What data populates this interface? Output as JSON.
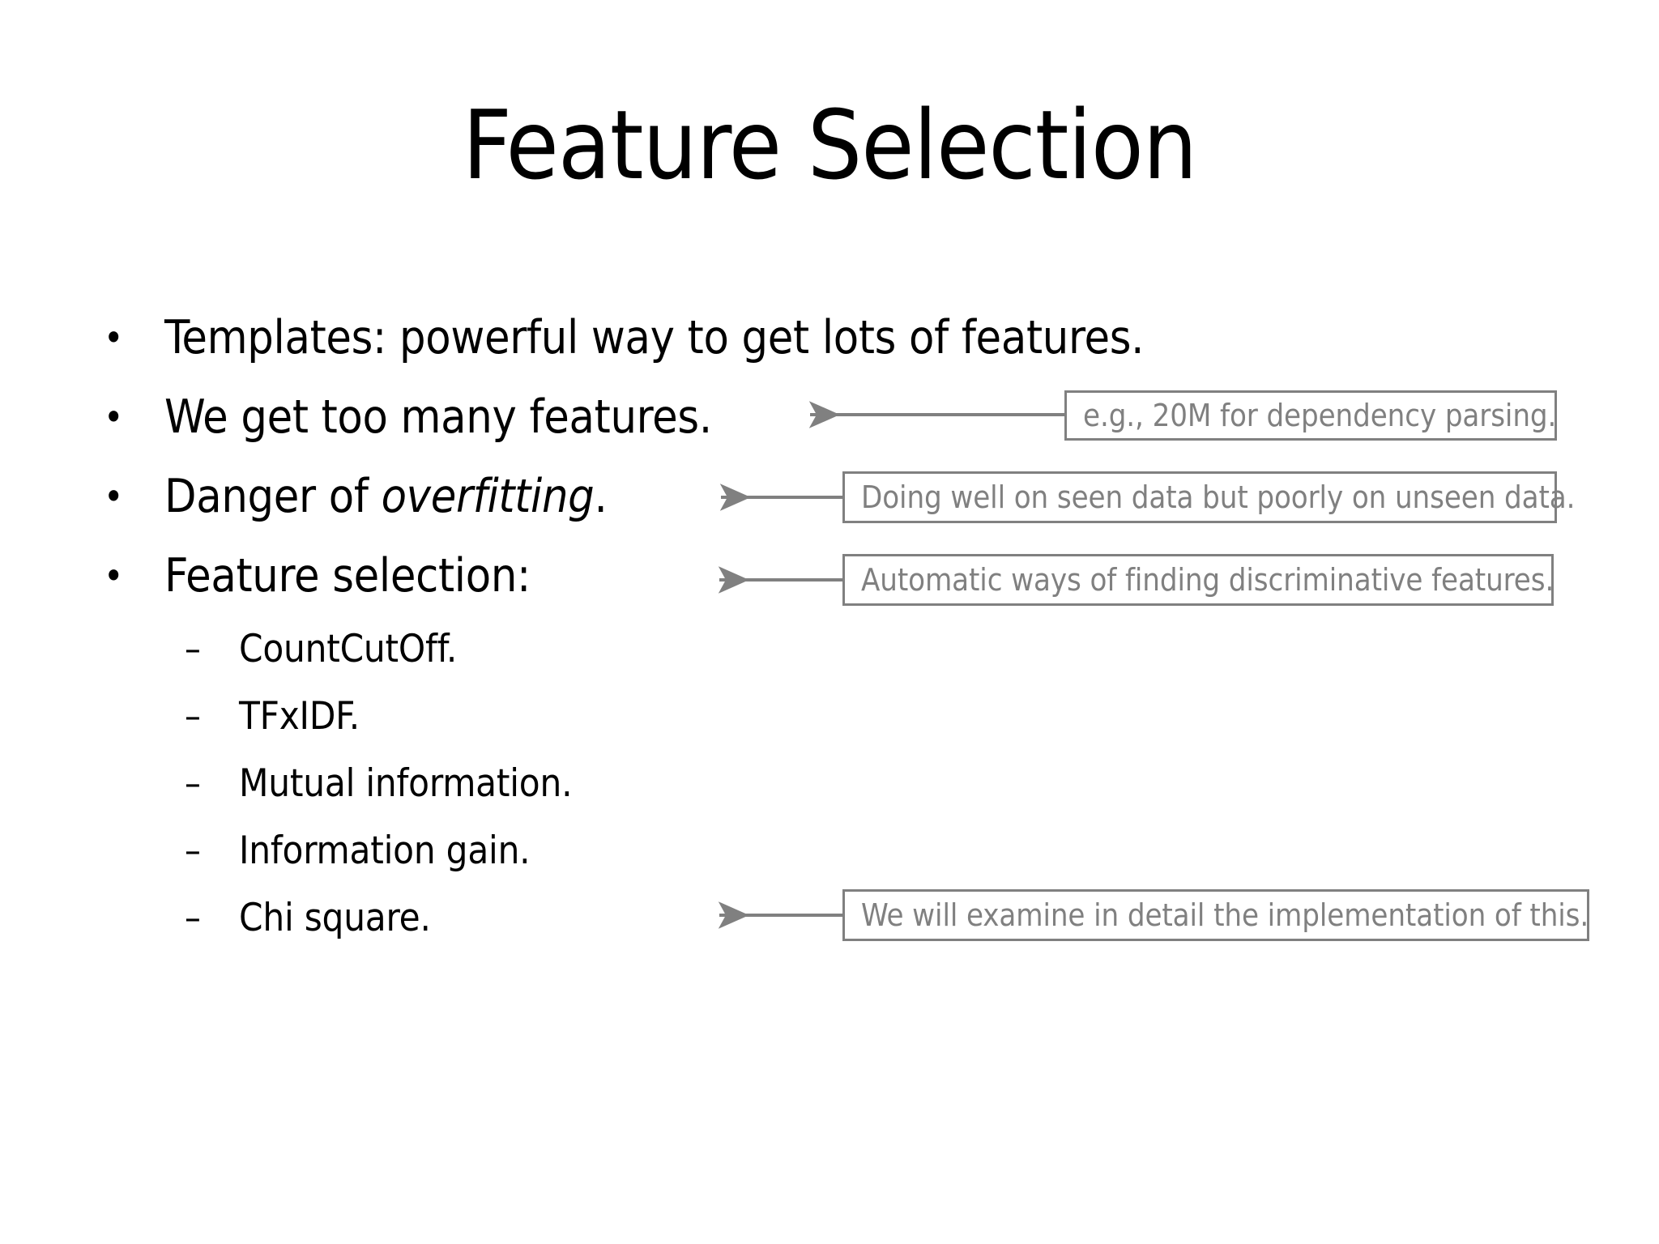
{
  "slide": {
    "title": "Feature Selection",
    "background_color": "#ffffff",
    "text_color": "#000000",
    "callout_color": "#808080"
  },
  "bullets": [
    {
      "marker": "•",
      "level": 1,
      "text": "Templates: powerful way to get lots of features."
    },
    {
      "marker": "•",
      "level": 1,
      "text": "We get too many features."
    },
    {
      "marker": "•",
      "level": 1,
      "text_before": "Danger of ",
      "text_italic": "overfitting",
      "text_after": "."
    },
    {
      "marker": "•",
      "level": 1,
      "text": "Feature selection:"
    },
    {
      "marker": "–",
      "level": 2,
      "text": "CountCutOff."
    },
    {
      "marker": "–",
      "level": 2,
      "text": "TFxIDF."
    },
    {
      "marker": "–",
      "level": 2,
      "text": "Mutual information."
    },
    {
      "marker": "–",
      "level": 2,
      "text": "Information gain."
    },
    {
      "marker": "–",
      "level": 2,
      "text": "Chi square."
    }
  ],
  "callouts": [
    {
      "id": "callout-dependency-parsing",
      "text": "e.g., 20M for dependency parsing.",
      "targets": "We get too many features."
    },
    {
      "id": "callout-overfitting-definition",
      "text": "Doing well on seen data but poorly on unseen data.",
      "targets": "Danger of overfitting."
    },
    {
      "id": "callout-feature-selection-definition",
      "text": "Automatic ways of finding discriminative features.",
      "targets": "Feature selection:"
    },
    {
      "id": "callout-chi-square-note",
      "text": "We will examine in detail the implementation of this.",
      "targets": "Chi square."
    }
  ]
}
